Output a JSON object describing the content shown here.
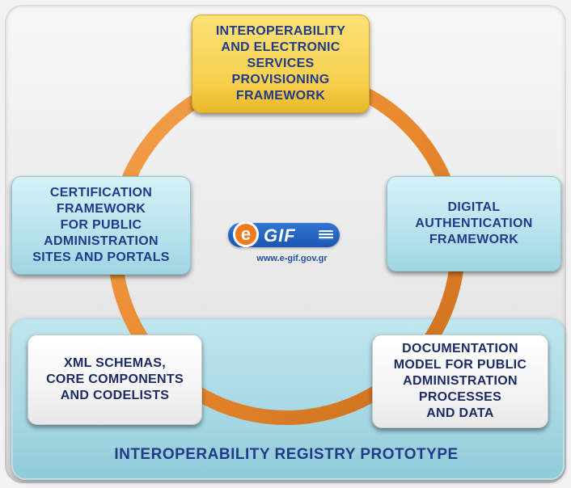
{
  "diagram": {
    "center_logo": {
      "mark": "e",
      "name": "GIF",
      "url": "www.e-gif.gov.gr"
    },
    "nodes": [
      {
        "id": "interop",
        "label": "INTEROPERABILITY\nAND ELECTRONIC\nSERVICES\nPROVISIONING\nFRAMEWORK",
        "style": "yellow"
      },
      {
        "id": "digital-auth",
        "label": "DIGITAL\nAUTHENTICATION\nFRAMEWORK",
        "style": "cyan"
      },
      {
        "id": "documentation",
        "label": "DOCUMENTATION\nMODEL FOR PUBLIC\nADMINISTRATION\nPROCESSES\nAND DATA",
        "style": "white"
      },
      {
        "id": "xml",
        "label": "XML SCHEMAS,\nCORE COMPONENTS\nAND CODELISTS",
        "style": "white"
      },
      {
        "id": "certification",
        "label": "CERTIFICATION\nFRAMEWORK\nFOR  PUBLIC\nADMINISTRATION\nSITES AND PORTALS",
        "style": "cyan"
      }
    ],
    "registry_title": "INTEROPERABILITY REGISTRY  PROTOTYPE",
    "colors": {
      "ring": "#e9892f",
      "text": "#213a8a",
      "yellow_box": "#f7cf4a",
      "cyan_box": "#b6e2ec"
    }
  }
}
